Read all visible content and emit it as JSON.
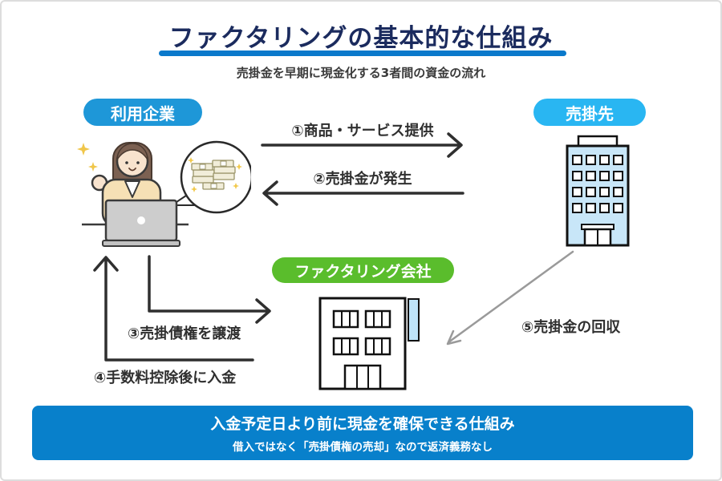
{
  "header": {
    "title": "ファクタリングの基本的な仕組み",
    "subtitle": "売掛金を早期に現金化する3者間の資金の流れ"
  },
  "entities": {
    "user_company": {
      "label": "利用企業",
      "badge_color": "#1E97D8"
    },
    "customer": {
      "label": "売掛先",
      "badge_color": "#29B6F2"
    },
    "factoring_company": {
      "label": "ファクタリング会社",
      "badge_color": "#5ABD2C"
    }
  },
  "flows": [
    {
      "step": "①",
      "label": "①商品・サービス提供",
      "from": "user_company",
      "to": "customer",
      "arrow_color": "#2F2F2F"
    },
    {
      "step": "②",
      "label": "②売掛金が発生",
      "from": "customer",
      "to": "user_company",
      "arrow_color": "#2F2F2F"
    },
    {
      "step": "③",
      "label": "③売掛債権を譲渡",
      "from": "user_company",
      "to": "factoring_company",
      "arrow_color": "#2F2F2F"
    },
    {
      "step": "④",
      "label": "④手数料控除後に入金",
      "from": "factoring_company",
      "to": "user_company",
      "arrow_color": "#2F2F2F"
    },
    {
      "step": "⑤",
      "label": "⑤売掛金の回収",
      "from": "customer",
      "to": "factoring_company",
      "arrow_color": "#9A9A9A"
    }
  ],
  "footer": {
    "headline": "入金予定日より前に現金を確保できる仕組み",
    "subtext": "借入ではなく「売掛債権の売却」なので返済義務なし",
    "bg_color": "#0880CB"
  },
  "icons": {
    "user_company": "person-at-laptop-illustration",
    "money_bubble": "money-speech-bubble-icon",
    "customer": "office-building-icon",
    "factoring_company": "office-building-icon"
  },
  "colors": {
    "title_text": "#1B2B5E",
    "title_underline": "#0A79CB",
    "building_blue": "#C8E6F8",
    "canvas_border": "#DDDDDD"
  }
}
